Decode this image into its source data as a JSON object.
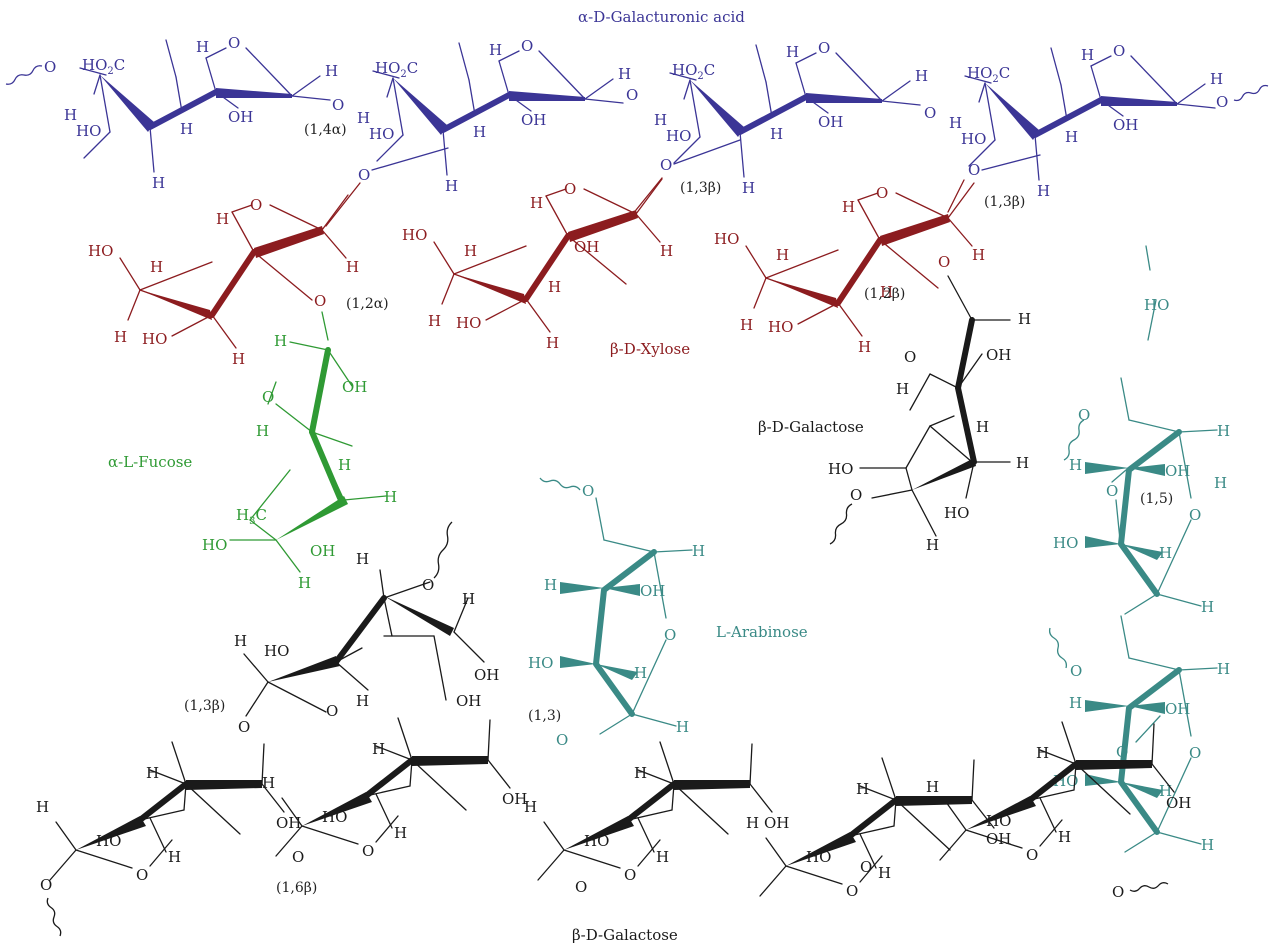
{
  "colors": {
    "galacturonic": "#3b3596",
    "xylose": "#8c1c1f",
    "fucose": "#2f9a34",
    "arabinose": "#3a8a86",
    "galactose": "#1a1a1a",
    "linkage": "#222222"
  },
  "captions": {
    "galacturonic": "α-D-Galacturonic acid",
    "xylose": "β-D-Xylose",
    "fucose": "α-L-Fucose",
    "galactose_side": "β-D-Galactose",
    "arabinose": "L-Arabinose",
    "galactose_main": "β-D-Galactose"
  },
  "linkages": {
    "l14a": "(1,4α)",
    "l13b_a": "(1,3β)",
    "l13b_b": "(1,3β)",
    "l12a": "(1,2α)",
    "l12b": "(1,2β)",
    "l15": "(1,5)",
    "l13b_c": "(1,3β)",
    "l13": "(1,3)",
    "l16b": "(1,6β)"
  },
  "atoms": {
    "O": "O",
    "H": "H",
    "OH": "OH",
    "HO": "HO",
    "HO2C_a": "HO",
    "HO2C_b": "2",
    "HO2C_c": "C",
    "H3C_a": "H",
    "H3C_b": "3",
    "H3C_c": "C"
  },
  "icons": [
    "wavy-bond-icon"
  ]
}
